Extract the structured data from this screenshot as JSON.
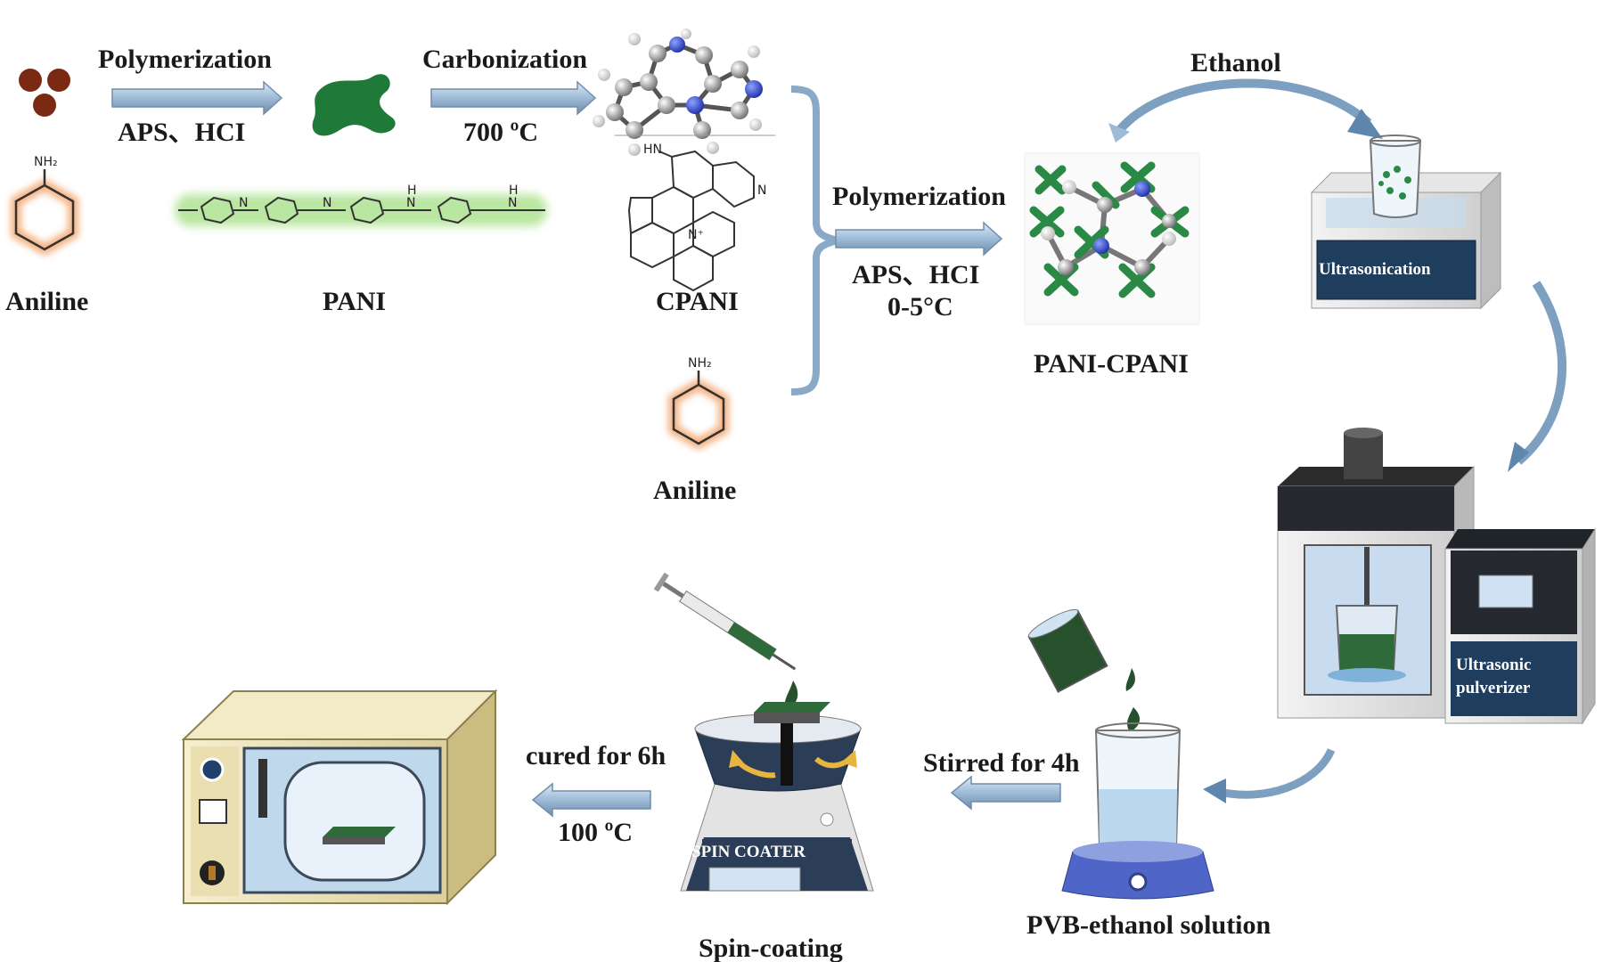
{
  "labels": {
    "polymerization_1": "Polymerization",
    "aps_hcl_1": "APS、HCI",
    "carbonization": "Carbonization",
    "temp_700": "700 ºC",
    "aniline_1": "Aniline",
    "pani": "PANI",
    "cpani": "CPANI",
    "polymerization_2": "Polymerization",
    "aps_hcl_2": "APS、HCI",
    "temp_0_5": "0-5°C",
    "aniline_2": "Aniline",
    "pani_cpani": "PANI-CPANI",
    "ethanol": "Ethanol",
    "ultrasonication": "Ultrasonication",
    "ultrasonic_pulverizer_1": "Ultrasonic",
    "ultrasonic_pulverizer_2": "pulverizer",
    "stirred": "Stirred for 4h",
    "pvb_solution": "PVB-ethanol solution",
    "spin_coater": "SPIN COATER",
    "spin_coating": "Spin-coating",
    "cured": "cured for 6h",
    "temp_100": "100 ºC"
  },
  "chem": {
    "nh2": "NH₂",
    "hn": "HN",
    "n": "N",
    "h": "H",
    "n_plus": "N⁺"
  },
  "colors": {
    "arrow_fill": "#a9c3dc",
    "arrow_edge": "#6f8eac",
    "pani_green": "#1f7a3a",
    "glow_green": "#b9e6a0",
    "aniline_glow": "#f4b07f",
    "device_navy": "#1f3d5c",
    "dark_panel": "#222a33",
    "brown_dot": "#7a2a12"
  }
}
